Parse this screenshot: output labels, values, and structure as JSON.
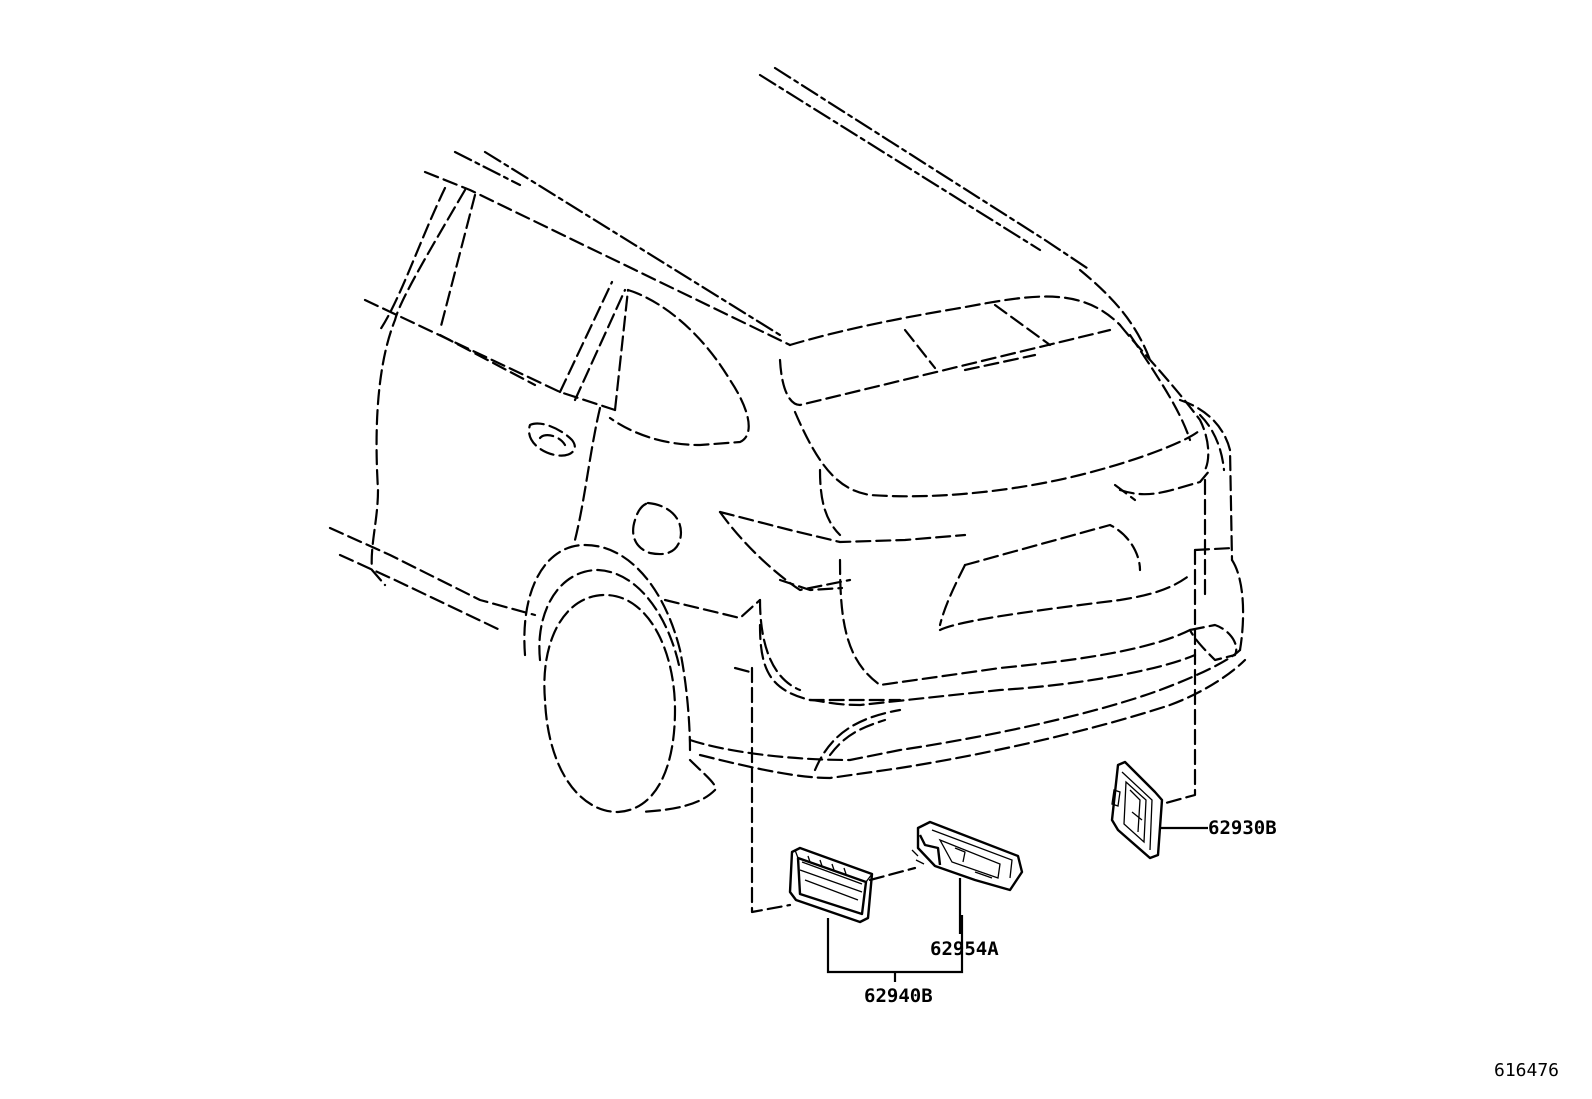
{
  "labels": {
    "part_62930b": "62930B",
    "part_62954a": "62954A",
    "part_62940b": "62940B",
    "diagram_id": "616476"
  },
  "colors": {
    "ink": "#000000",
    "background": "#ffffff"
  }
}
